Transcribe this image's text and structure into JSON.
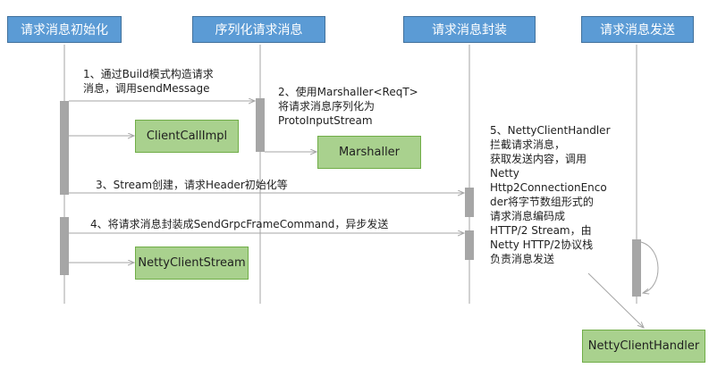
{
  "participants": {
    "init": "请求消息初始化",
    "serialize": "序列化请求消息",
    "encapsulate": "请求消息封装",
    "send": "请求消息发送"
  },
  "boxes": {
    "client_call_impl": "ClientCallImpl",
    "marshaller": "Marshaller",
    "netty_client_stream": "NettyClientStream",
    "netty_client_handler": "NettyClientHandler"
  },
  "messages": {
    "step1": "1、通过Build模式构造请求\n消息，调用sendMessage",
    "step2": "2、使用Marshaller<ReqT>\n将请求消息序列化为\nProtoInputStream",
    "step3": "3、Stream创建，请求Header初始化等",
    "step4": "4、将请求消息封装成SendGrpcFrameCommand，异步发送",
    "step5": "5、NettyClientHandler\n拦截请求消息，\n获取发送内容，调用\nNetty\nHttp2ConnectionEnco\nder将字节数组形式的\n请求消息编码成\nHTTP/2 Stream，由\nNetty HTTP/2协议栈\n负责消息发送"
  },
  "colors": {
    "header_fill": "#5b9bd5",
    "box_fill": "#a9d18e",
    "activation_fill": "#a6a6a6",
    "line": "#a6a6a6"
  }
}
